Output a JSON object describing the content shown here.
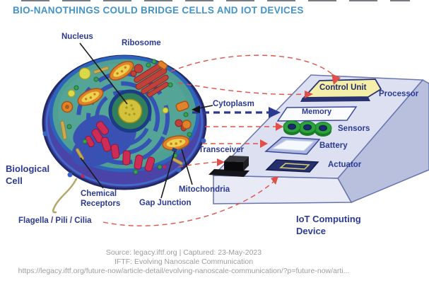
{
  "title": "BIO-NANOTHINGS COULD BRIDGE CELLS AND IOT DEVICES",
  "cell": {
    "name_label": "Biological Cell",
    "labels": {
      "nucleus": "Nucleus",
      "ribosome": "Ribosome",
      "cytoplasm": "Cytoplasm",
      "chemical_receptors": "Chemical Receptors",
      "gap_junction": "Gap Junction",
      "mitochondria": "Mitochondria",
      "flagella": "Flagella / Pili / Cilia"
    }
  },
  "device": {
    "name_label": "IoT Computing Device",
    "labels": {
      "control_unit": "Control Unit",
      "processor": "Processor",
      "memory": "Memory",
      "sensors": "Sensors",
      "battery": "Battery",
      "actuator": "Actuator",
      "transceiver": "Transceiver"
    }
  },
  "footer": {
    "source_line": "Source: legacy.iftf.org | Captured: 23-May-2023",
    "title_line": "IFTF: Evolving Nanoscale Communication",
    "url_line": "https://legacy.iftf.org/future-now/article-detail/evolving-nanoscale-communication/?p=future-now/arti..."
  },
  "colors": {
    "title_blue": "#4293c8",
    "label_navy": "#2b3a96",
    "arrow_red": "#e05048",
    "arrow_blue": "#2b3990",
    "cell_teal": "#4fa093",
    "cell_membrane_purple": "#4a43a8",
    "device_lavender": "#dce0f1",
    "control_unit_yellow": "#f5eea8",
    "sensor_green": "#2ba23a",
    "footer_gray": "#9c9c9c"
  }
}
